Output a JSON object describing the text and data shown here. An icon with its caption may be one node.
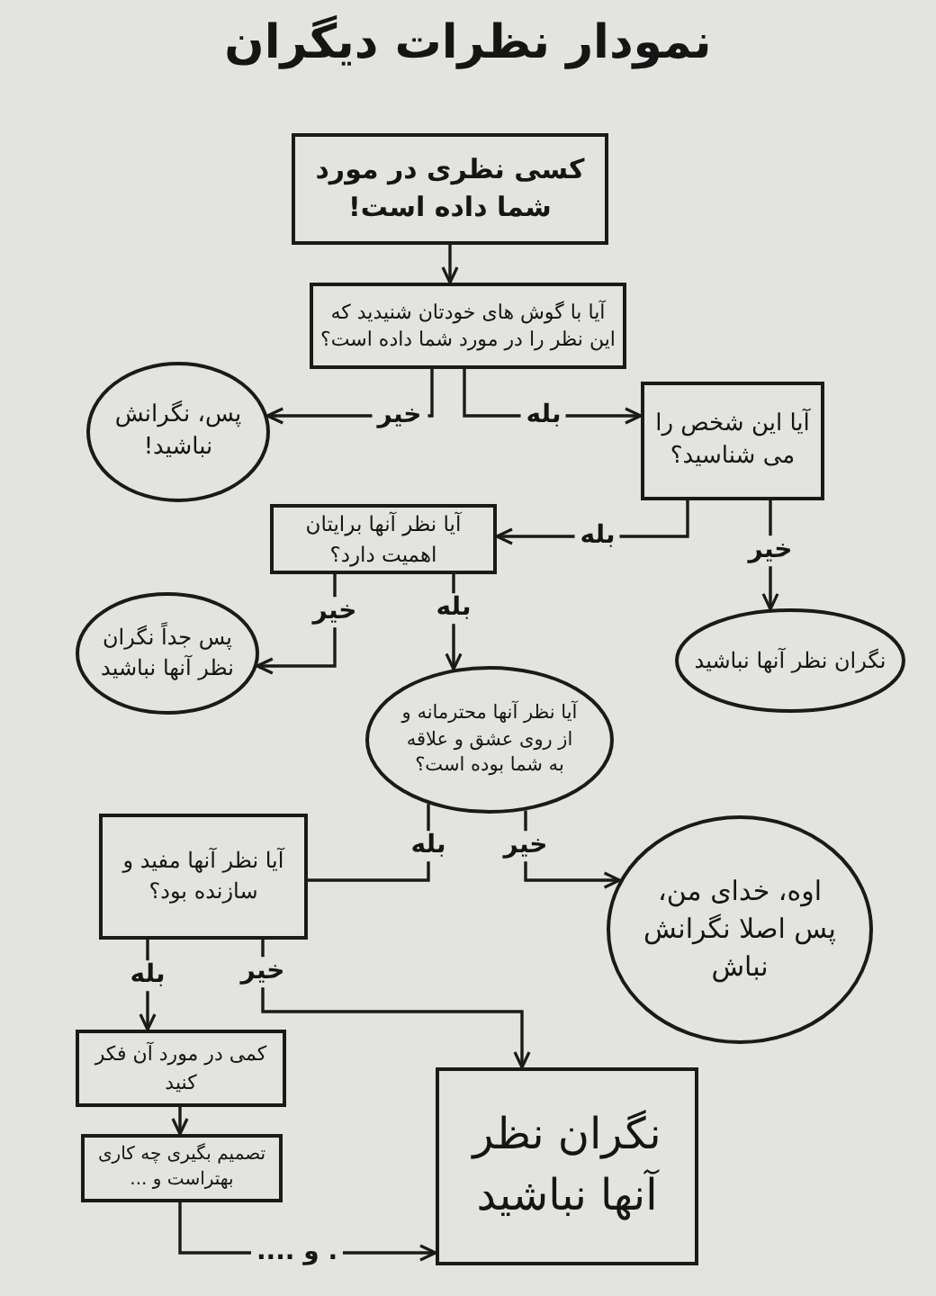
{
  "diagram": {
    "title": "نمودار نظرات دیگران",
    "nodes": [
      {
        "text": [
          "کسی نظری در مورد شما داده است!"
        ]
      },
      {
        "text": [
          "آیا با گوش های خودتان شنیدید که این نظر را در مورد شما داده است؟"
        ]
      },
      {
        "text": [
          "پس، نگرانش نباشید!"
        ]
      },
      {
        "text": [
          "آیا این شخص را می شناسید؟"
        ]
      },
      {
        "text": [
          "آیا نظر آنها برایتان اهمیت دارد؟"
        ]
      },
      {
        "text": [
          "پس جداً نگران نظر آنها نباشید"
        ]
      },
      {
        "text": [
          "نگران نظر آنها نباشید"
        ]
      },
      {
        "text": [
          "آیا نظر آنها محترمانه و از روی عشق و علاقه به شما بوده است؟"
        ]
      },
      {
        "text": [
          "اوه، خدای من، پس اصلا نگرانش نباش"
        ]
      },
      {
        "text": [
          "آیا نظر آنها مفید و سازنده بود؟"
        ]
      },
      {
        "text": [
          "کمی در مورد آن فکر کنید"
        ]
      },
      {
        "text": [
          "تصمیم بگیری چه کاری بهتراست و ..."
        ]
      },
      {
        "text": [
          "نگران نظر آنها نباشید"
        ]
      }
    ],
    "edges": [
      {
        "from": 0,
        "to": 1,
        "arrow": "to"
      },
      {
        "from": 1,
        "to": 2,
        "label": "خیر",
        "arrow": "to"
      },
      {
        "from": 1,
        "to": 3,
        "label": "بله",
        "arrow": "to"
      },
      {
        "from": 3,
        "to": 4,
        "label": "بله",
        "arrow": "to"
      },
      {
        "from": 3,
        "to": 6,
        "label": "خیر",
        "arrow": "to"
      },
      {
        "from": 4,
        "to": 5,
        "label": "خیر",
        "arrow": "to"
      },
      {
        "from": 4,
        "to": 7,
        "label": "بله",
        "arrow": "to"
      },
      {
        "from": 7,
        "to": 9,
        "label": "بله",
        "arrow": "none"
      },
      {
        "from": 7,
        "to": 8,
        "label": "خیر",
        "arrow": "to"
      },
      {
        "from": 9,
        "to": 10,
        "label": "بله",
        "arrow": "to"
      },
      {
        "from": 9,
        "to": 12,
        "label": "خیر",
        "arrow": "to"
      },
      {
        "from": 10,
        "to": 11,
        "arrow": "to"
      },
      {
        "from": 11,
        "to": 12,
        "label": ". و ....",
        "arrow": "to"
      }
    ]
  }
}
